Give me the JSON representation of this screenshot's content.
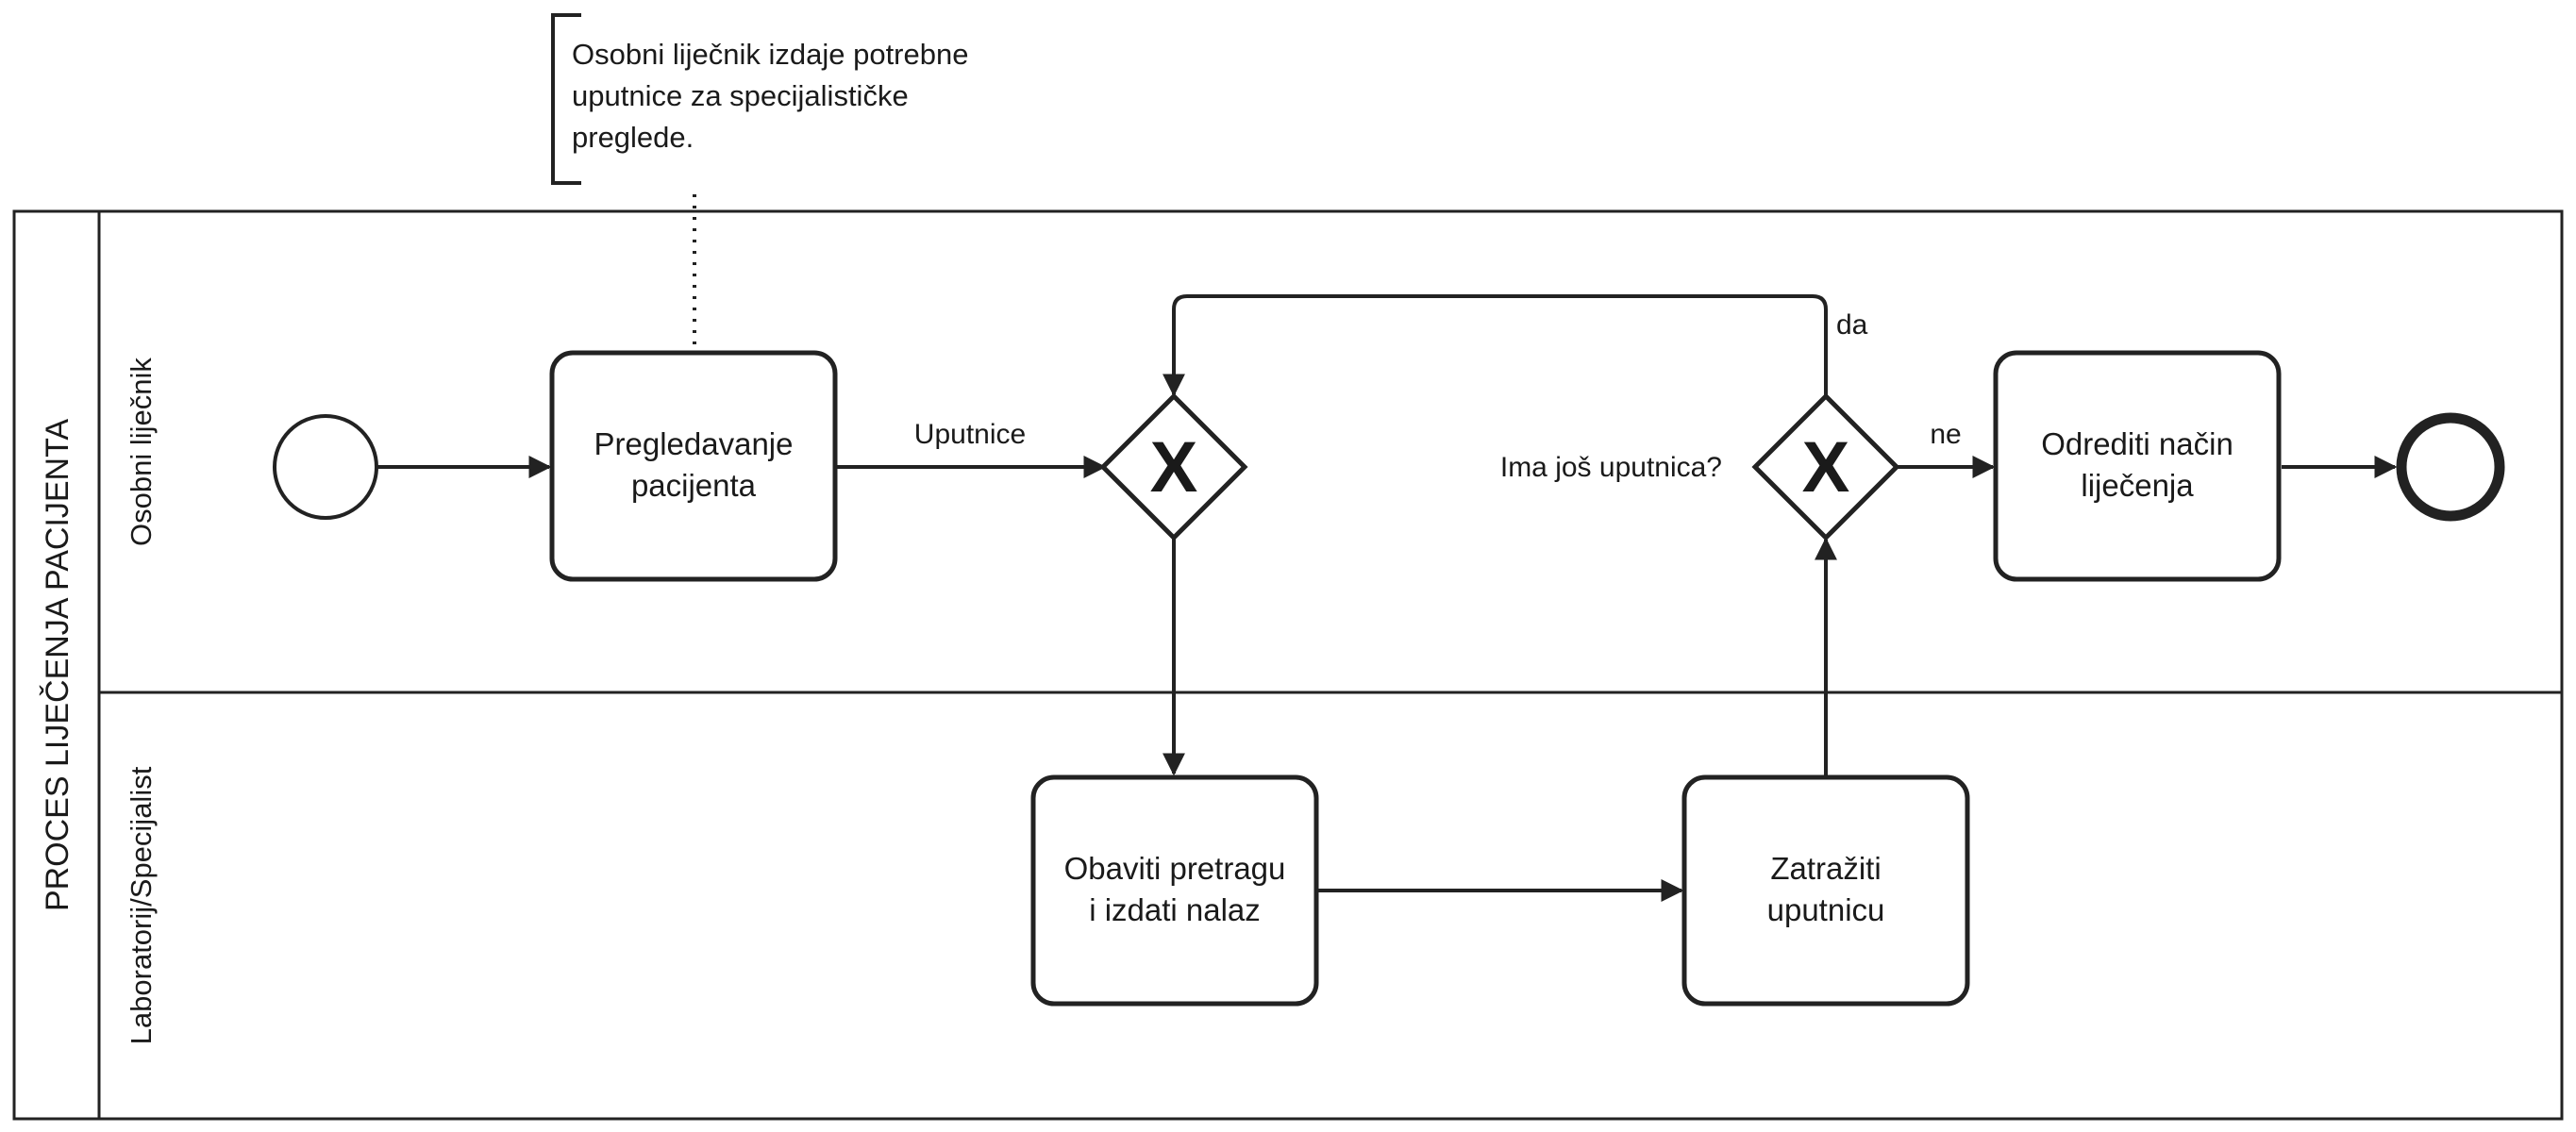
{
  "pool": {
    "label": "PROCES LIJEČENJA PACIJENTA"
  },
  "lanes": [
    {
      "label": "Osobni liječnik"
    },
    {
      "label": "Laboratorij/Specijalist"
    }
  ],
  "annotation": {
    "lines": [
      "Osobni liječnik izdaje potrebne",
      "uputnice za specijalističke",
      "preglede."
    ]
  },
  "tasks": {
    "pregledavanje": {
      "lines": [
        "Pregledavanje",
        "pacijenta"
      ]
    },
    "odrediti": {
      "lines": [
        "Odrediti način",
        "liječenja"
      ]
    },
    "obaviti": {
      "lines": [
        "Obaviti pretragu",
        "i izdati nalaz"
      ]
    },
    "zatraziti": {
      "lines": [
        "Zatražiti",
        "uputnicu"
      ]
    }
  },
  "gateways": {
    "merge": {
      "symbol": "X"
    },
    "decision": {
      "symbol": "X",
      "question": "Ima još uputnica?"
    }
  },
  "flow_labels": {
    "uputnice": "Uputnice",
    "da": "da",
    "ne": "ne"
  }
}
